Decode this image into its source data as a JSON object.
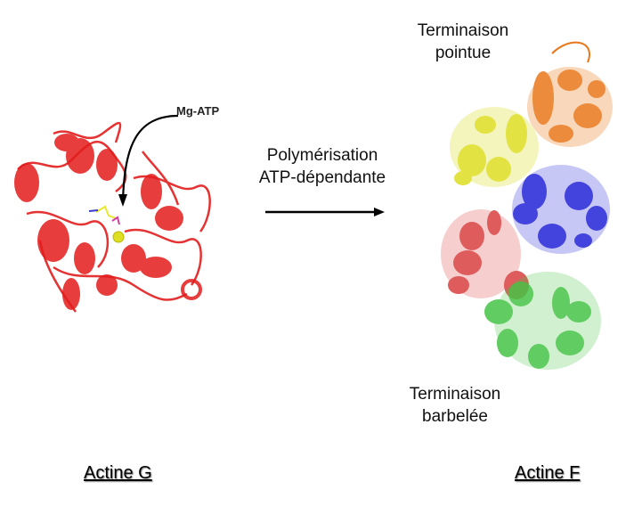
{
  "diagram": {
    "left_structure": {
      "name": "Actine G",
      "annotation": "Mg-ATP",
      "color": "#e31c1c",
      "ligand_color": "#e8e832"
    },
    "process": {
      "line1": "Polymérisation",
      "line2": "ATP-dépendante",
      "arrow": "right-arrow"
    },
    "right_structure": {
      "name": "Actine F",
      "top_label": [
        "Terminaison",
        "pointue"
      ],
      "bottom_label": [
        "Terminaison",
        "barbelée"
      ],
      "subunit_colors": {
        "orange": "#e8771a",
        "yellow": "#dede22",
        "blue": "#2323d8",
        "red": "#d94040",
        "green": "#46c446"
      }
    },
    "captions": {
      "left": "Actine G",
      "right": "Actine F"
    }
  }
}
